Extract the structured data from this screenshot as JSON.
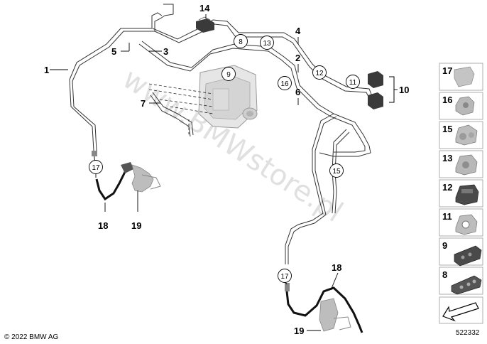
{
  "diagram": {
    "part_labels": {
      "p1": "1",
      "p2": "2",
      "p3": "3",
      "p4": "4",
      "p5": "5",
      "p6": "6",
      "p7": "7",
      "p10": "10",
      "p14": "14",
      "p18a": "18",
      "p19a": "19",
      "p18b": "18",
      "p19b": "19"
    },
    "circled_labels": {
      "c8": "8",
      "c13": "13",
      "c9": "9",
      "c12": "12",
      "c16": "16",
      "c11": "11",
      "c17a": "17",
      "c15": "15",
      "c17b": "17"
    },
    "watermark": "www.BMWstore.pl"
  },
  "sidebar": {
    "items": [
      "17",
      "16",
      "15",
      "13",
      "12",
      "11",
      "9",
      "8"
    ]
  },
  "footer": {
    "copyright": "© 2022 BMW AG",
    "diagram_number": "522332"
  },
  "colors": {
    "line": "#333333",
    "part_gray": "#b4b4b4",
    "part_dark": "#3a3a3a",
    "frame": "#999999"
  }
}
